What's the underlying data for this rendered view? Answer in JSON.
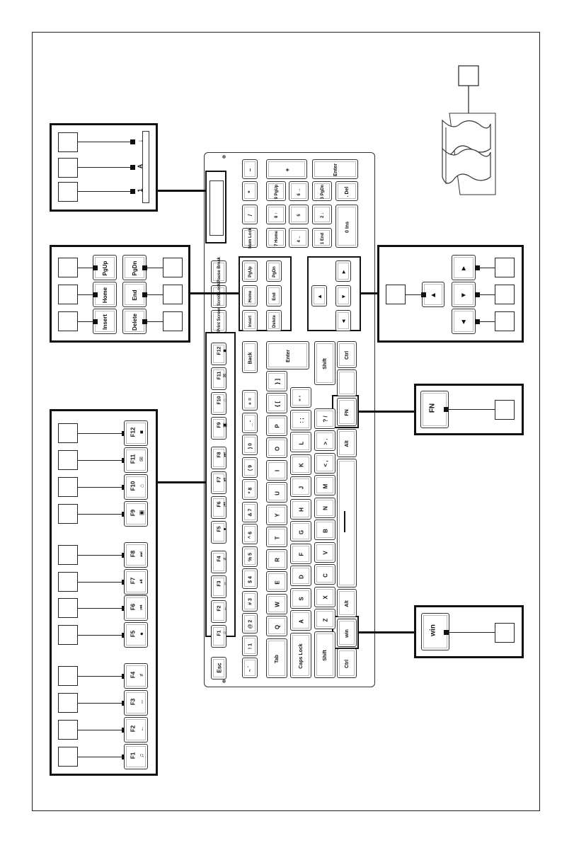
{
  "page_number": "",
  "indicator": {
    "labels": [
      "1",
      "A",
      "↓"
    ]
  },
  "nav_cluster": {
    "labels": [
      "PgUp",
      "PgDn",
      "Home",
      "End",
      "Insert",
      "Delete"
    ]
  },
  "fn_keys": {
    "labels": [
      "F1",
      "F2",
      "F3",
      "F4",
      "F5",
      "F6",
      "F7",
      "F8",
      "F9",
      "F10",
      "F11",
      "F12"
    ],
    "icons": [
      "♫",
      "←",
      "⇔",
      "≠",
      "●",
      "⏮",
      "⏯",
      "⏭",
      "▣",
      "⌂",
      "✉",
      "■"
    ]
  },
  "arrow_cluster": {
    "icons": [
      "▲",
      "▼",
      "◄",
      "►"
    ]
  },
  "fn_key": {
    "label": "FN"
  },
  "win_key": {
    "label": "win"
  },
  "keyboard": {
    "esc": "Esc",
    "tab": "Tab",
    "caps": "Caps Lock",
    "shift": "Shift",
    "ctrl": "Ctrl",
    "alt": "Alt",
    "win": "win",
    "fn": "FN",
    "back": "Back",
    "enter": "Enter",
    "print": "Print Screen",
    "scroll": "Scroll Lock",
    "pause": "Pause Break",
    "numlock": "Num Lock",
    "num_enter": "Enter",
    "num_plus": "+",
    "num_minus": "–",
    "num_star": "*",
    "num_slash": "/",
    "num_zero": "0 Ins",
    "num_dot": ". Del",
    "numpad": [
      "7 Home",
      "8 ↑",
      "9 PgUp",
      "4 ←",
      "5",
      "6 →",
      "1 End",
      "2 ↓",
      "3 PgDn"
    ],
    "row_numbers": [
      "~ `",
      "! 1",
      "@ 2",
      "# 3",
      "$ 4",
      "% 5",
      "^ 6",
      "& 7",
      "* 8",
      "( 9",
      ") 0",
      "_ -",
      "+ ="
    ],
    "row_q": [
      "Q",
      "W",
      "E",
      "R",
      "T",
      "Y",
      "U",
      "I",
      "O",
      "P",
      "{ [",
      "} ]",
      "| \\"
    ],
    "row_a": [
      "A",
      "S",
      "D",
      "F",
      "G",
      "H",
      "J",
      "K",
      "L",
      ": ;",
      "\" '"
    ],
    "row_z": [
      "Z",
      "X",
      "C",
      "V",
      "B",
      "N",
      "M",
      "< ,",
      "> .",
      "? /"
    ]
  }
}
